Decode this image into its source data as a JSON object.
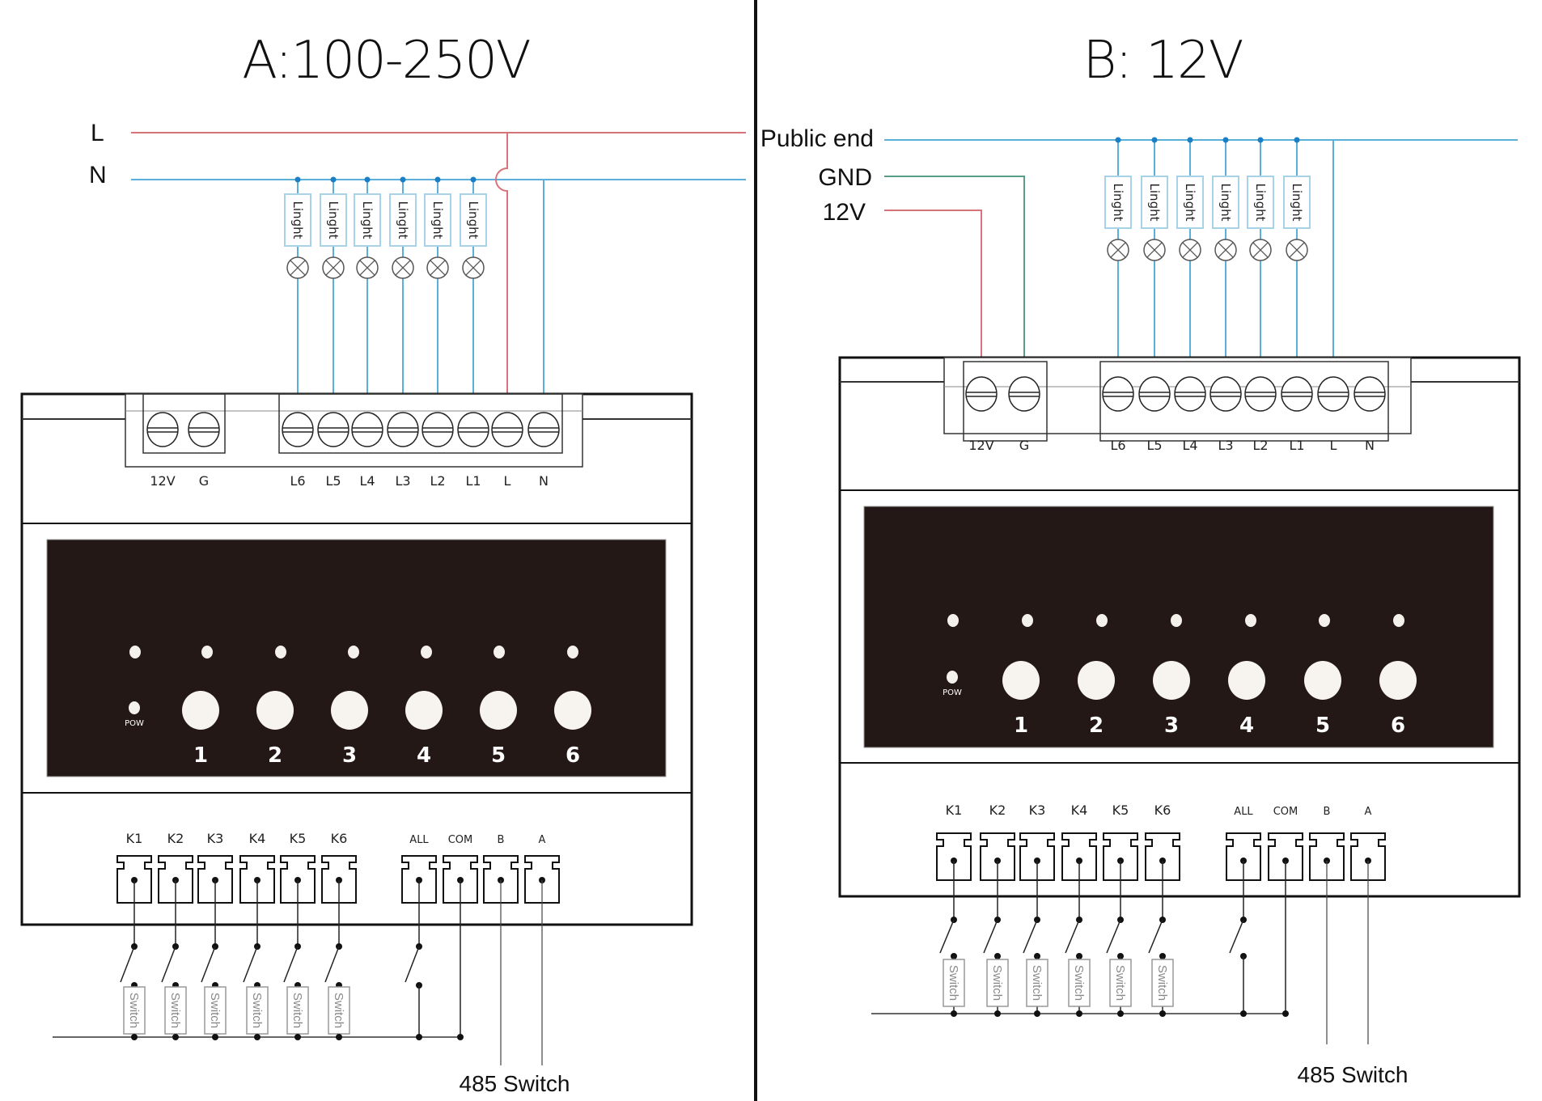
{
  "panels": [
    {
      "id": "A",
      "title": "A:100-250V",
      "supply_labels": [
        "L",
        "N"
      ],
      "lamp_label": "Linght",
      "lamp_count": 6,
      "top_terminals_power": [
        "12V",
        "G"
      ],
      "top_terminals_load": [
        "L6",
        "L5",
        "L4",
        "L3",
        "L2",
        "L1",
        "L",
        "N"
      ],
      "indicator_label": "POW",
      "buttons": [
        "1",
        "2",
        "3",
        "4",
        "5",
        "6"
      ],
      "input_terminals": [
        "K1",
        "K2",
        "K3",
        "K4",
        "K5",
        "K6"
      ],
      "aux_terminals": [
        "ALL",
        "COM",
        "B",
        "A"
      ],
      "switch_label": "Switch",
      "bus_label": "485 Switch"
    },
    {
      "id": "B",
      "title": "B:  12V",
      "supply_labels": [
        "Public end",
        "GND",
        "12V"
      ],
      "lamp_label": "Linght",
      "lamp_count": 6,
      "top_terminals_power": [
        "12V",
        "G"
      ],
      "top_terminals_load": [
        "L6",
        "L5",
        "L4",
        "L3",
        "L2",
        "L1",
        "L",
        "N"
      ],
      "indicator_label": "POW",
      "buttons": [
        "1",
        "2",
        "3",
        "4",
        "5",
        "6"
      ],
      "input_terminals": [
        "K1",
        "K2",
        "K3",
        "K4",
        "K5",
        "K6"
      ],
      "aux_terminals": [
        "ALL",
        "COM",
        "B",
        "A"
      ],
      "switch_label": "Switch",
      "bus_label": "485 Switch"
    }
  ],
  "colors": {
    "live_wire": "#d9737a",
    "neutral_wire": "#5ab0d8",
    "gnd_wire": "#5a9c86",
    "panel_face": "#231815",
    "tap_dot": "#1a7fc4"
  }
}
